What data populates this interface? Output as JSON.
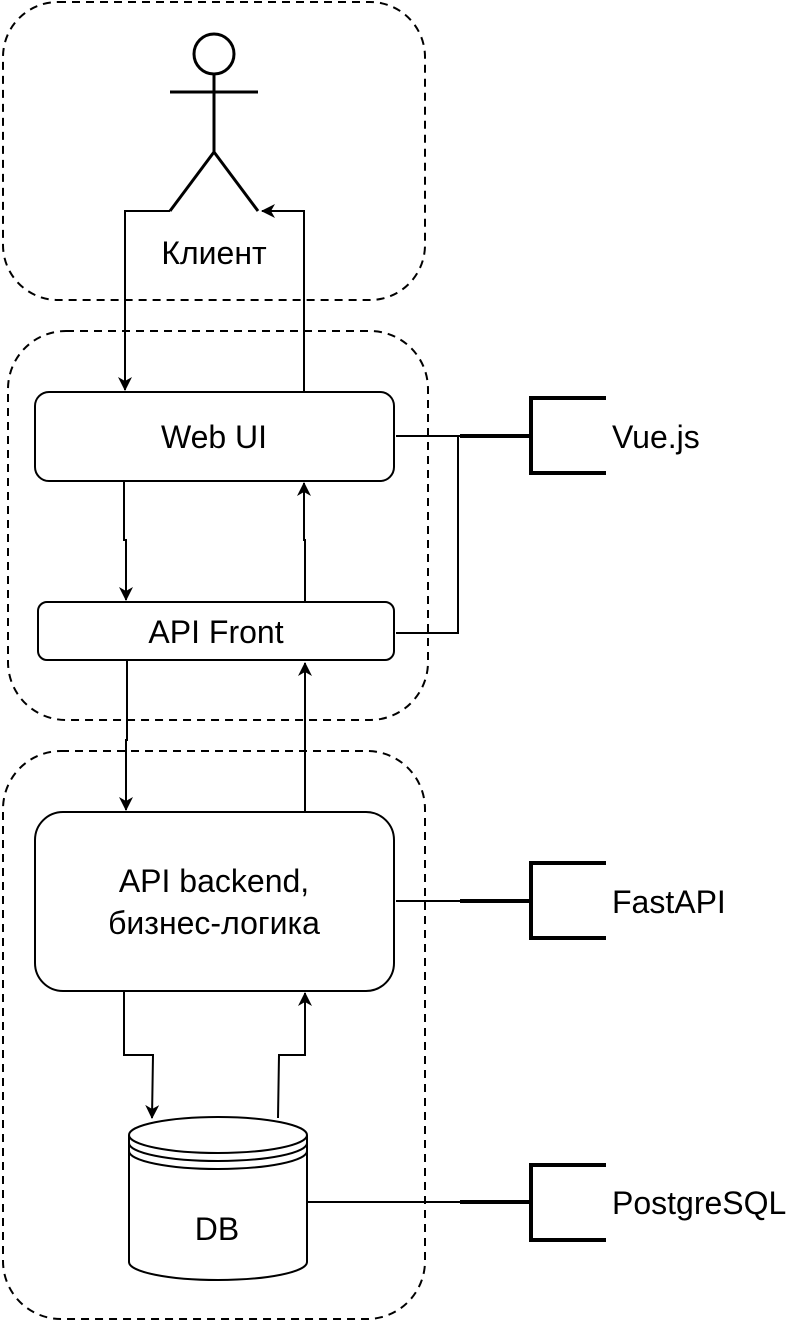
{
  "actor": {
    "label": "Клиент",
    "icon": "stick-figure-icon"
  },
  "nodes": {
    "web_ui": {
      "label": "Web UI"
    },
    "api_front": {
      "label": "API Front"
    },
    "api_backend": {
      "label_line1": "API backend,",
      "label_line2": "бизнес-логика"
    },
    "db": {
      "label": "DB",
      "icon": "database-cylinder-icon"
    }
  },
  "technologies": {
    "frontend": {
      "label": "Vue.js"
    },
    "backend": {
      "label": "FastAPI"
    },
    "database": {
      "label": "PostgreSQL"
    }
  },
  "groups": [
    "client-zone",
    "frontend-zone",
    "backend-zone"
  ],
  "colors": {
    "stroke": "#000000",
    "background": "#ffffff"
  }
}
